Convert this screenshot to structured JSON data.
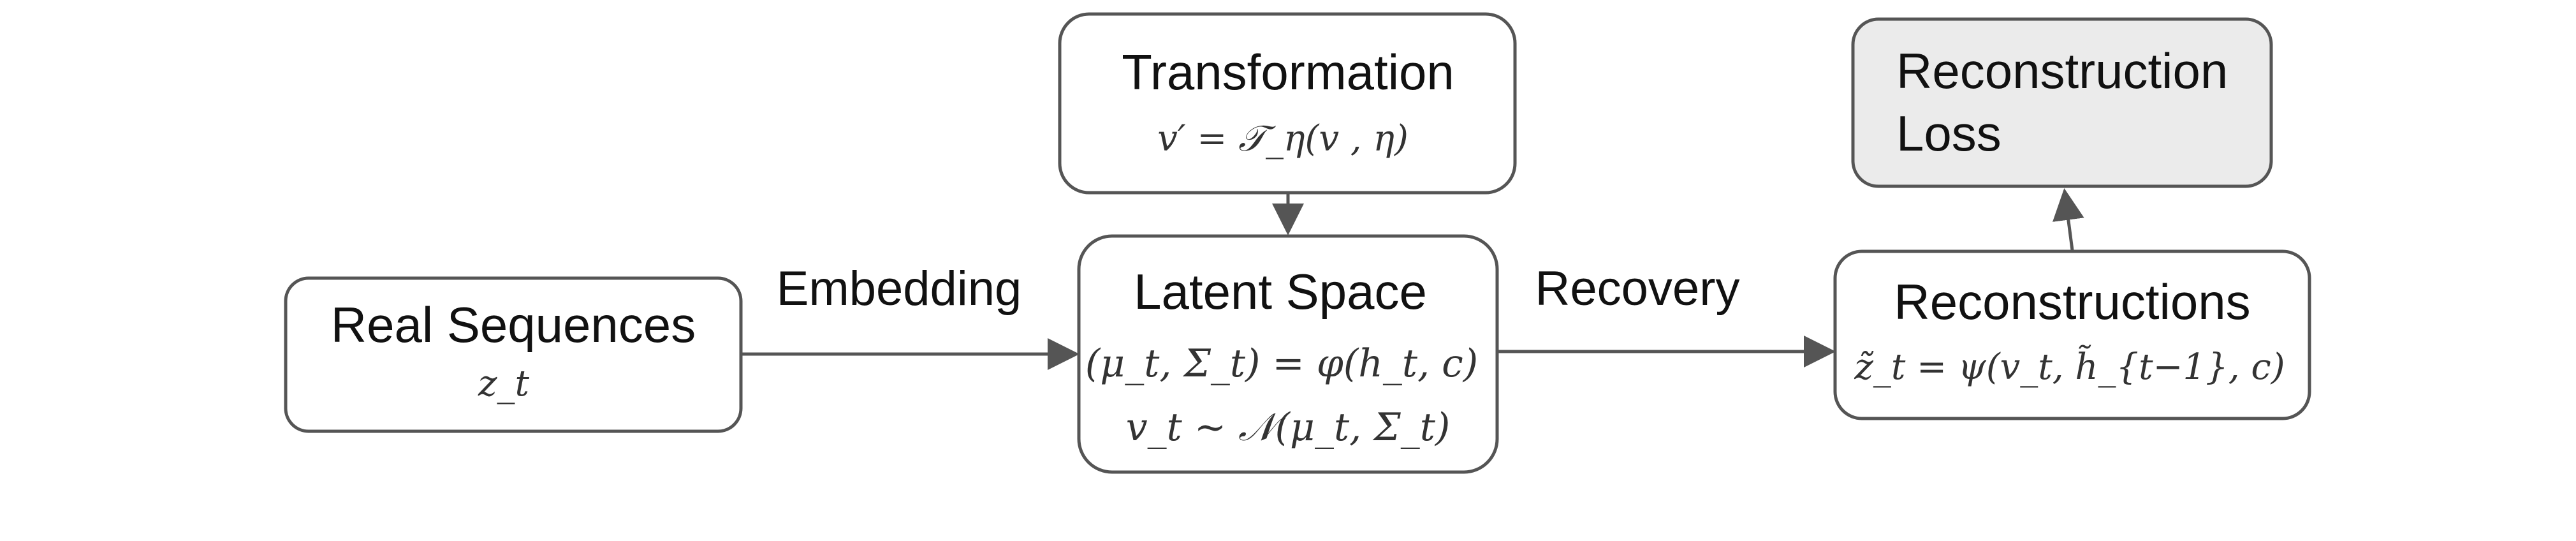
{
  "nodes": {
    "real_sequences": {
      "title": "Real Sequences",
      "formula": "z_t"
    },
    "transformation": {
      "title": "Transformation",
      "formula": "v′ = 𝒯_η(v , η)"
    },
    "latent_space": {
      "title": "Latent Space",
      "formula_1": "(μ_t, Σ_t) = φ(h_t, c)",
      "formula_2": "v_t ∼ 𝒩(μ_t, Σ_t)"
    },
    "reconstructions": {
      "title": "Reconstructions",
      "formula": "z̃_t = ψ(v_t, h̃_{t−1}, c)"
    },
    "reconstruction_loss": {
      "title_line_1": "Reconstruction",
      "title_line_2": "Loss"
    }
  },
  "edges": {
    "embedding": "Embedding",
    "recovery": "Recovery"
  },
  "colors": {
    "node_fill": "#ffffff",
    "loss_fill": "#ebebeb",
    "stroke": "#555555"
  }
}
